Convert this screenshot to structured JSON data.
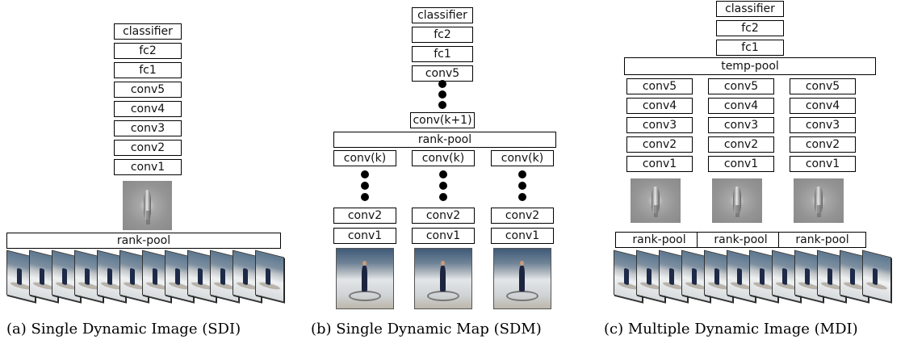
{
  "panels": {
    "a": {
      "layers": [
        "classifier",
        "fc2",
        "fc1",
        "conv5",
        "conv4",
        "conv3",
        "conv2",
        "conv1"
      ],
      "pool_label": "rank-pool",
      "caption": "(a) Single Dynamic Image (SDI)"
    },
    "b": {
      "top_layers": [
        "classifier",
        "fc2",
        "fc1",
        "conv5"
      ],
      "mid_layer": "conv(k+1)",
      "pool_label": "rank-pool",
      "branch_top_label": "conv(k)",
      "branch_bottom_labels": [
        "conv2",
        "conv1"
      ],
      "caption": "(b) Single Dynamic Map (SDM)"
    },
    "c": {
      "top_layers": [
        "classifier",
        "fc2",
        "fc1"
      ],
      "pool_label": "temp-pool",
      "branch_layers": [
        "conv5",
        "conv4",
        "conv3",
        "conv2",
        "conv1"
      ],
      "rank_pool_label": "rank-pool",
      "caption": "(c) Multiple Dynamic Image (MDI)"
    }
  }
}
